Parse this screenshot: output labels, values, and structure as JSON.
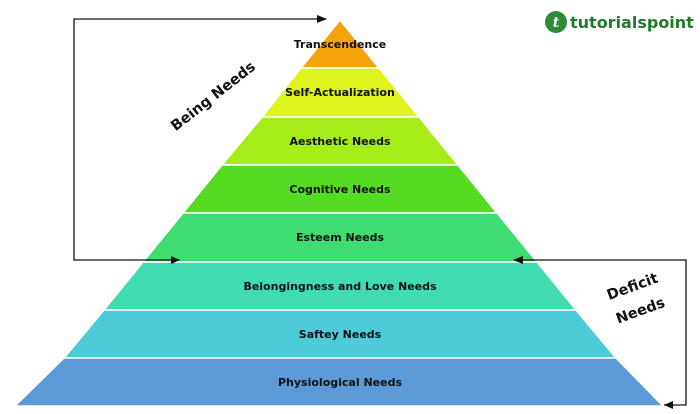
{
  "pyramid": {
    "levels": [
      {
        "label": "Transcendence",
        "color": "#f5a30a"
      },
      {
        "label": "Self-Actualization",
        "color": "#dff41c"
      },
      {
        "label": "Aesthetic Needs",
        "color": "#a6ec19"
      },
      {
        "label": "Cognitive Needs",
        "color": "#55dc22"
      },
      {
        "label": "Esteem Needs",
        "color": "#3fdc72"
      },
      {
        "label": "Belongingness and Love Needs",
        "color": "#40dcb0"
      },
      {
        "label": "Saftey Needs",
        "color": "#4dcbd9"
      },
      {
        "label": "Physiological Needs",
        "color": "#5b9ad6"
      }
    ]
  },
  "annotations": {
    "being_needs": "Being Needs",
    "deficit_line1": "Deficit",
    "deficit_line2": "Needs"
  },
  "logo": {
    "brand_part1": "tutorials",
    "brand_part2": "point",
    "icon_color": "#2e8b3a",
    "text_color": "#1f7a2c"
  }
}
